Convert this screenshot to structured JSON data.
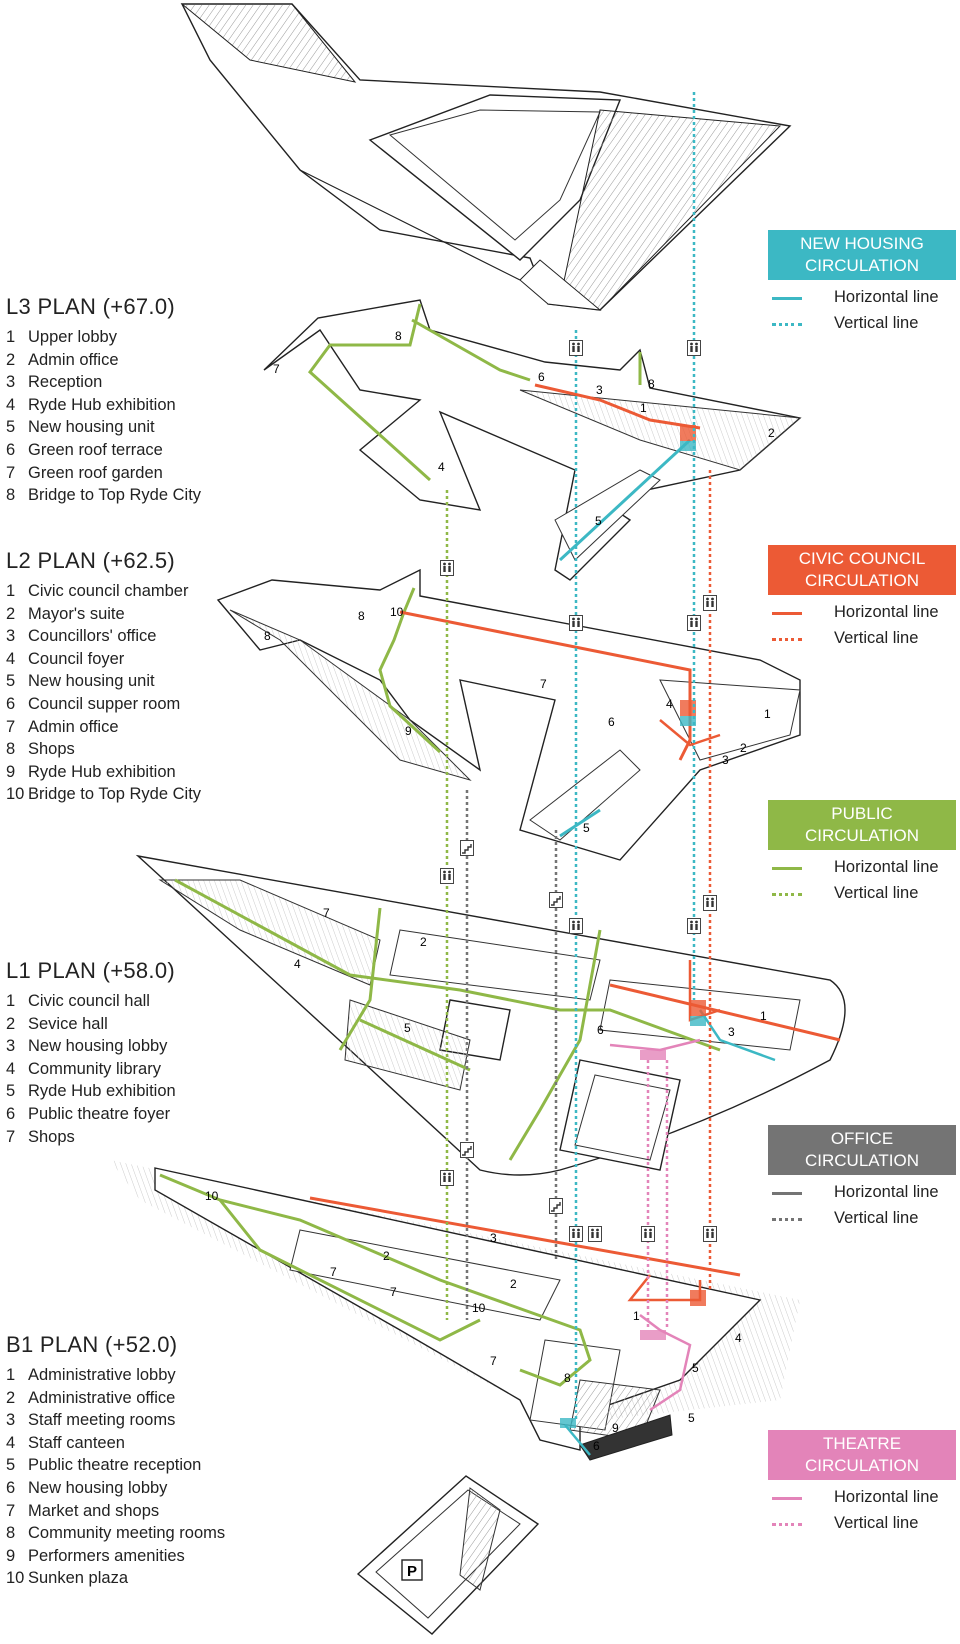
{
  "plans": [
    {
      "title": "L3 PLAN (+67.0)",
      "items": [
        {
          "num": "1",
          "label": "Upper lobby"
        },
        {
          "num": "2",
          "label": "Admin office"
        },
        {
          "num": "3",
          "label": "Reception"
        },
        {
          "num": "4",
          "label": "Ryde Hub exhibition"
        },
        {
          "num": "5",
          "label": "New housing unit"
        },
        {
          "num": "6",
          "label": "Green roof terrace"
        },
        {
          "num": "7",
          "label": "Green roof garden"
        },
        {
          "num": "8",
          "label": "Bridge to Top Ryde City"
        }
      ]
    },
    {
      "title": "L2 PLAN (+62.5)",
      "items": [
        {
          "num": "1",
          "label": "Civic council chamber"
        },
        {
          "num": "2",
          "label": "Mayor's suite"
        },
        {
          "num": "3",
          "label": "Councillors' office"
        },
        {
          "num": "4",
          "label": "Council foyer"
        },
        {
          "num": "5",
          "label": "New housing unit"
        },
        {
          "num": "6",
          "label": "Council supper room"
        },
        {
          "num": "7",
          "label": "Admin office"
        },
        {
          "num": "8",
          "label": "Shops"
        },
        {
          "num": "9",
          "label": "Ryde Hub exhibition"
        },
        {
          "num": "10",
          "label": "Bridge to Top Ryde City"
        }
      ]
    },
    {
      "title": "L1 PLAN (+58.0)",
      "items": [
        {
          "num": "1",
          "label": "Civic council hall"
        },
        {
          "num": "2",
          "label": "Sevice hall"
        },
        {
          "num": "3",
          "label": "New housing lobby"
        },
        {
          "num": "4",
          "label": "Community library"
        },
        {
          "num": "5",
          "label": "Ryde Hub exhibition"
        },
        {
          "num": "6",
          "label": "Public theatre foyer"
        },
        {
          "num": "7",
          "label": "Shops"
        }
      ]
    },
    {
      "title": "B1 PLAN (+52.0)",
      "items": [
        {
          "num": "1",
          "label": "Administrative lobby"
        },
        {
          "num": "2",
          "label": "Administrative office"
        },
        {
          "num": "3",
          "label": "Staff meeting rooms"
        },
        {
          "num": "4",
          "label": "Staff canteen"
        },
        {
          "num": "5",
          "label": "Public theatre reception"
        },
        {
          "num": "6",
          "label": "New housing lobby"
        },
        {
          "num": "7",
          "label": "Market and shops"
        },
        {
          "num": "8",
          "label": "Community meeting rooms"
        },
        {
          "num": "9",
          "label": "Performers amenities"
        },
        {
          "num": "10",
          "label": "Sunken plaza"
        }
      ]
    }
  ],
  "legend": [
    {
      "title_line1": "NEW HOUSING",
      "title_line2": "CIRCULATION",
      "color": "#3cb8c4",
      "horizontal": "Horizontal line",
      "vertical": "Vertical line"
    },
    {
      "title_line1": "CIVIC COUNCIL",
      "title_line2": "CIRCULATION",
      "color": "#ec5a35",
      "horizontal": "Horizontal line",
      "vertical": "Vertical line"
    },
    {
      "title_line1": "PUBLIC",
      "title_line2": "CIRCULATION",
      "color": "#8fb847",
      "horizontal": "Horizontal line",
      "vertical": "Vertical line"
    },
    {
      "title_line1": "OFFICE",
      "title_line2": "CIRCULATION",
      "color": "#747474",
      "horizontal": "Horizontal line",
      "vertical": "Vertical line"
    },
    {
      "title_line1": "THEATRE",
      "title_line2": "CIRCULATION",
      "color": "#e384b9",
      "horizontal": "Horizontal line",
      "vertical": "Vertical line"
    }
  ],
  "parking_label": "P"
}
